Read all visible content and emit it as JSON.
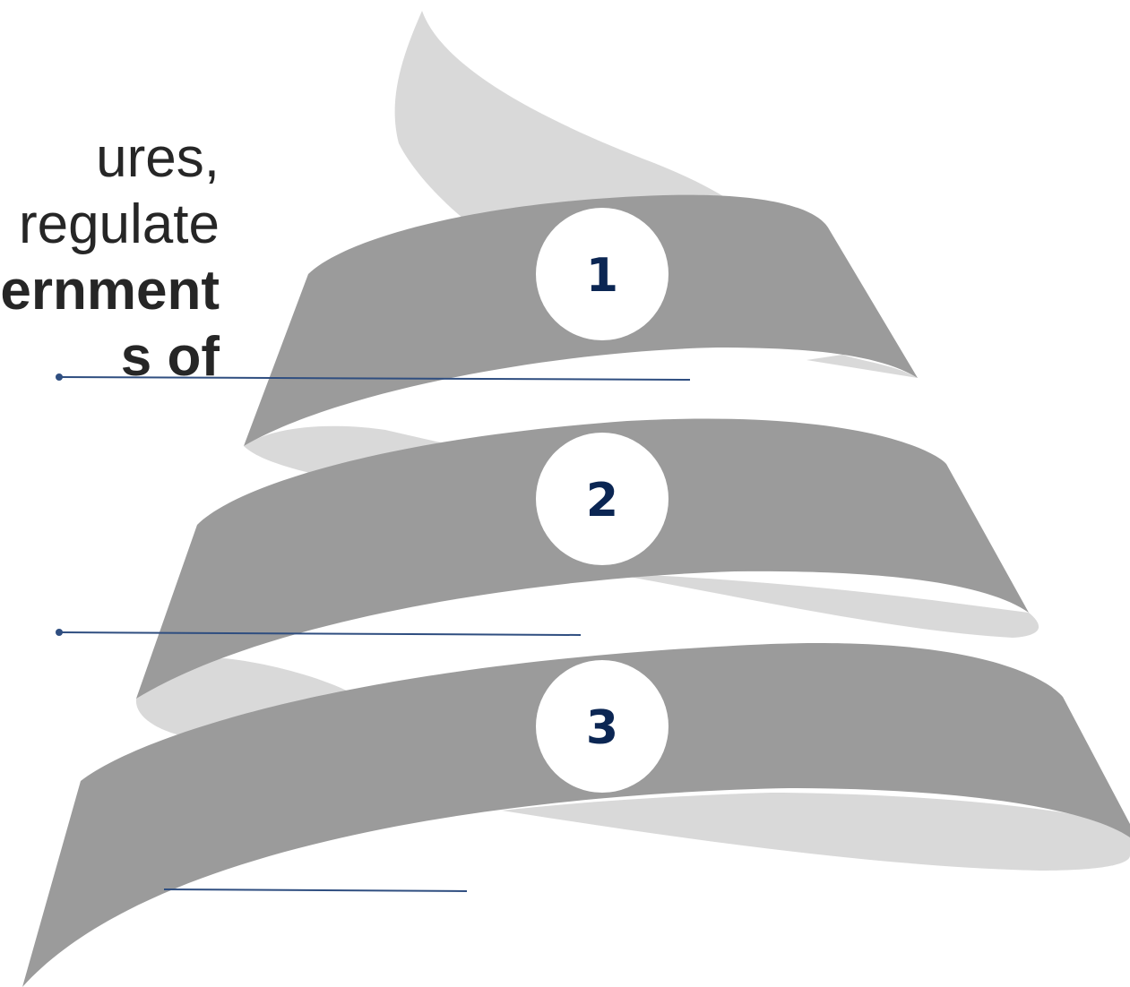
{
  "text_fragment": {
    "lines": [
      {
        "text": "ures,",
        "weight": "regular"
      },
      {
        "text": "regulate",
        "weight": "regular"
      },
      {
        "text": "ernment",
        "weight": "bold"
      },
      {
        "text": "s of",
        "weight": "bold"
      }
    ]
  },
  "steps": [
    {
      "number": "1"
    },
    {
      "number": "2"
    },
    {
      "number": "3"
    }
  ],
  "colors": {
    "ribbon_front": "#9b9b9b",
    "ribbon_back": "#d9d9d9",
    "badge_fill": "#ffffff",
    "number_text": "#0b2653",
    "connector_line": "#2f4e80",
    "body_text": "#262626"
  }
}
